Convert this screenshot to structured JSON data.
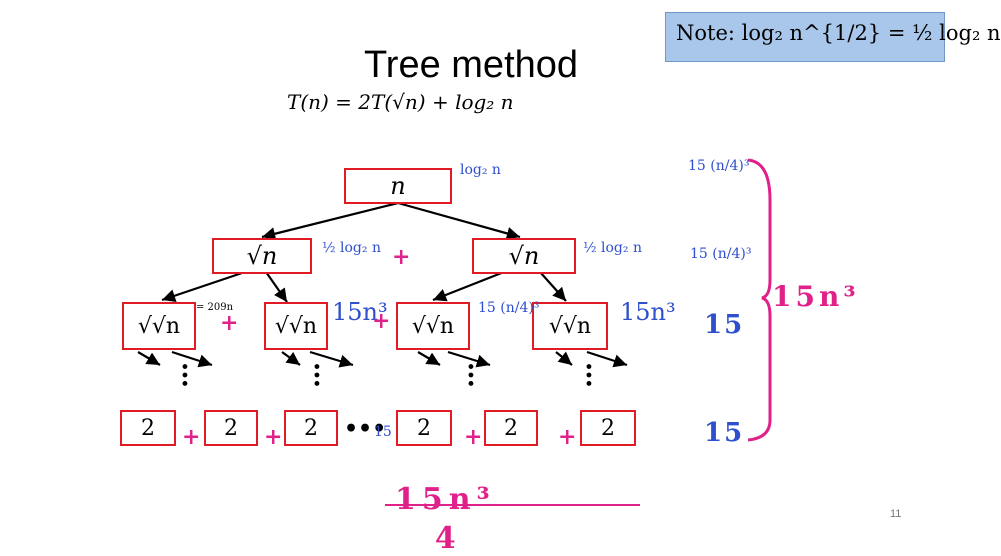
{
  "slide": {
    "title": "Tree method",
    "recurrence": "T(n) = 2T(√n) + log₂ n",
    "note": "Note: log₂ n^{1/2} = ½ log₂ n",
    "page_number": "11"
  },
  "tree": {
    "root": {
      "value": "n",
      "cost": "log₂ n"
    },
    "level1": {
      "node": "√n",
      "cost": "½ log₂ n"
    },
    "level2": {
      "node": "√√n"
    },
    "leaf": "2",
    "annotation_sum": "= 209n",
    "mid_term": "15n³",
    "right_labels": [
      "15 (n/4)³",
      "15 (n/4)³",
      "15",
      "15"
    ],
    "brace_label": "15n³",
    "bottom_fraction": {
      "num": "15n³",
      "den": "4"
    },
    "dots_row_label": "15"
  },
  "colors": {
    "box_border": "#e01b24",
    "accent_blue": "#2f4fcf",
    "accent_magenta": "#e0218a",
    "note_bg": "#a9c7eb"
  }
}
